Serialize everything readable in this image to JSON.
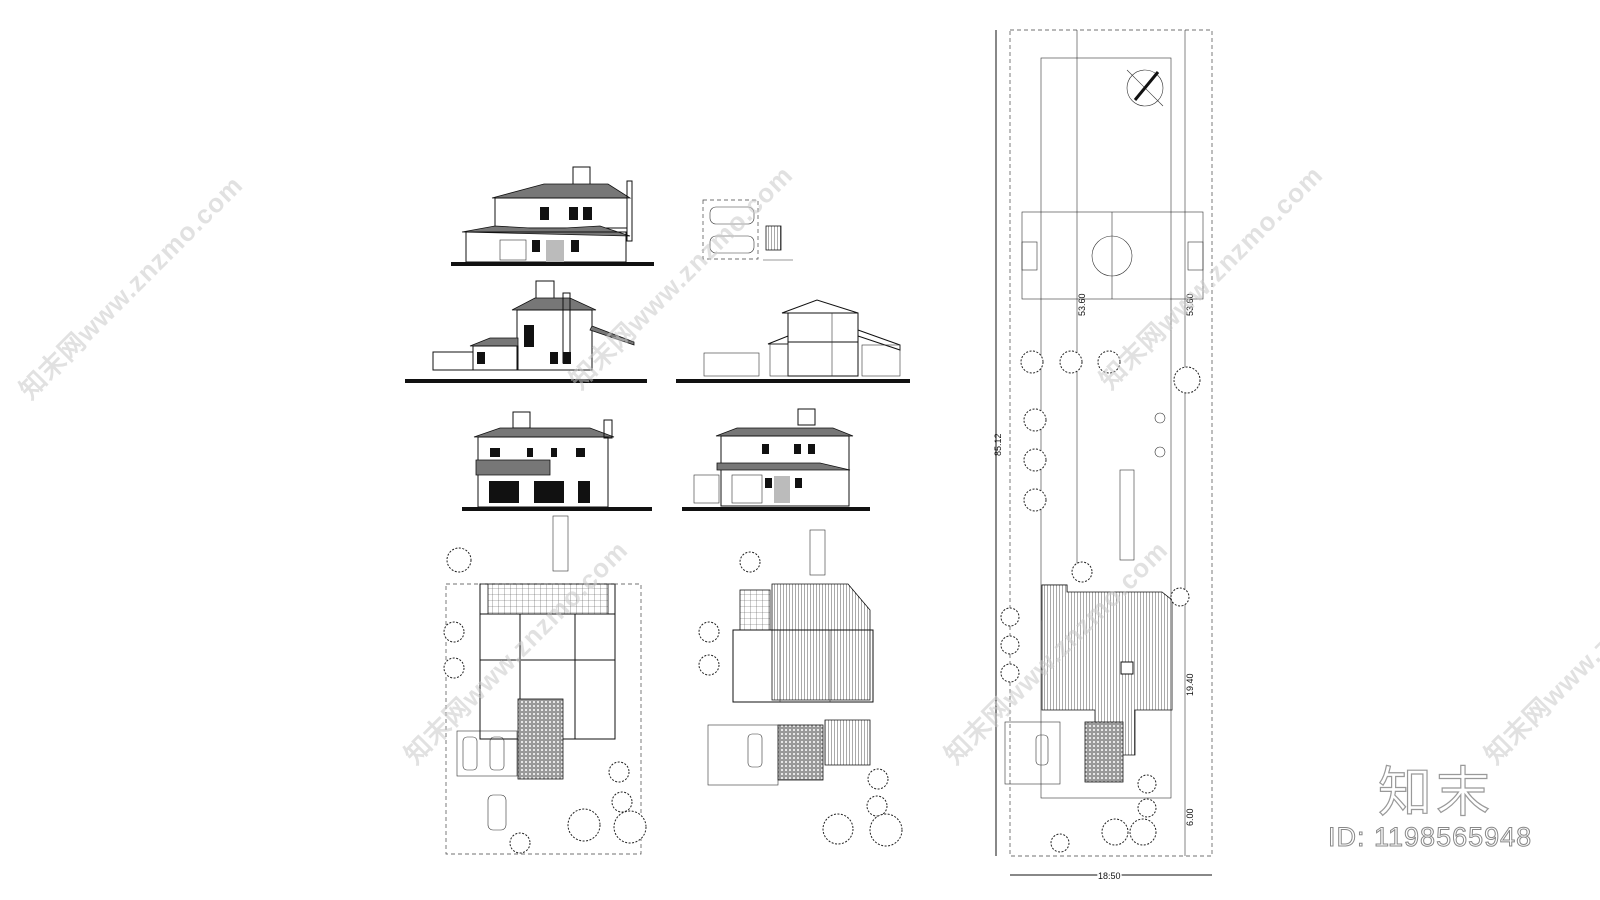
{
  "sheet": {
    "site_plan": {
      "dim_total_length": "85.12",
      "dim_field_left": "53.60",
      "dim_field_right": "53.60",
      "dim_house_depth": "19.40",
      "dim_front_setback": "6.00",
      "dim_width": "18.50"
    }
  },
  "branding": {
    "logo_text": "知末",
    "id_label": "ID: 1198565948",
    "watermark": "知末网www.znzmo.com"
  }
}
